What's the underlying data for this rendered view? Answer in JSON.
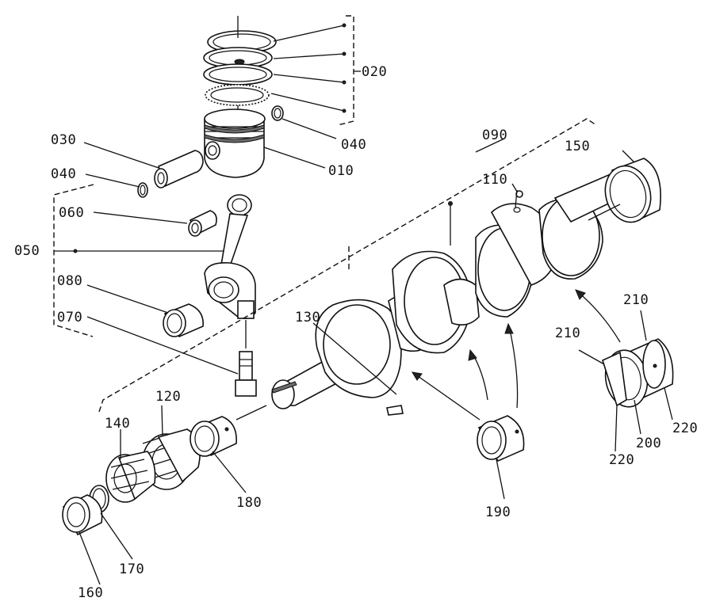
{
  "diagram": {
    "part_labels": [
      {
        "id": "020",
        "text": "020"
      },
      {
        "id": "040a",
        "text": "040"
      },
      {
        "id": "010",
        "text": "010"
      },
      {
        "id": "030",
        "text": "030"
      },
      {
        "id": "040b",
        "text": "040"
      },
      {
        "id": "060",
        "text": "060"
      },
      {
        "id": "050",
        "text": "050"
      },
      {
        "id": "080",
        "text": "080"
      },
      {
        "id": "070",
        "text": "070"
      },
      {
        "id": "090",
        "text": "090"
      },
      {
        "id": "150",
        "text": "150"
      },
      {
        "id": "110",
        "text": "110"
      },
      {
        "id": "130",
        "text": "130"
      },
      {
        "id": "120",
        "text": "120"
      },
      {
        "id": "140",
        "text": "140"
      },
      {
        "id": "180",
        "text": "180"
      },
      {
        "id": "170",
        "text": "170"
      },
      {
        "id": "160",
        "text": "160"
      },
      {
        "id": "190",
        "text": "190"
      },
      {
        "id": "210a",
        "text": "210"
      },
      {
        "id": "210b",
        "text": "210"
      },
      {
        "id": "220a",
        "text": "220"
      },
      {
        "id": "200",
        "text": "200"
      },
      {
        "id": "220b",
        "text": "220"
      }
    ]
  }
}
